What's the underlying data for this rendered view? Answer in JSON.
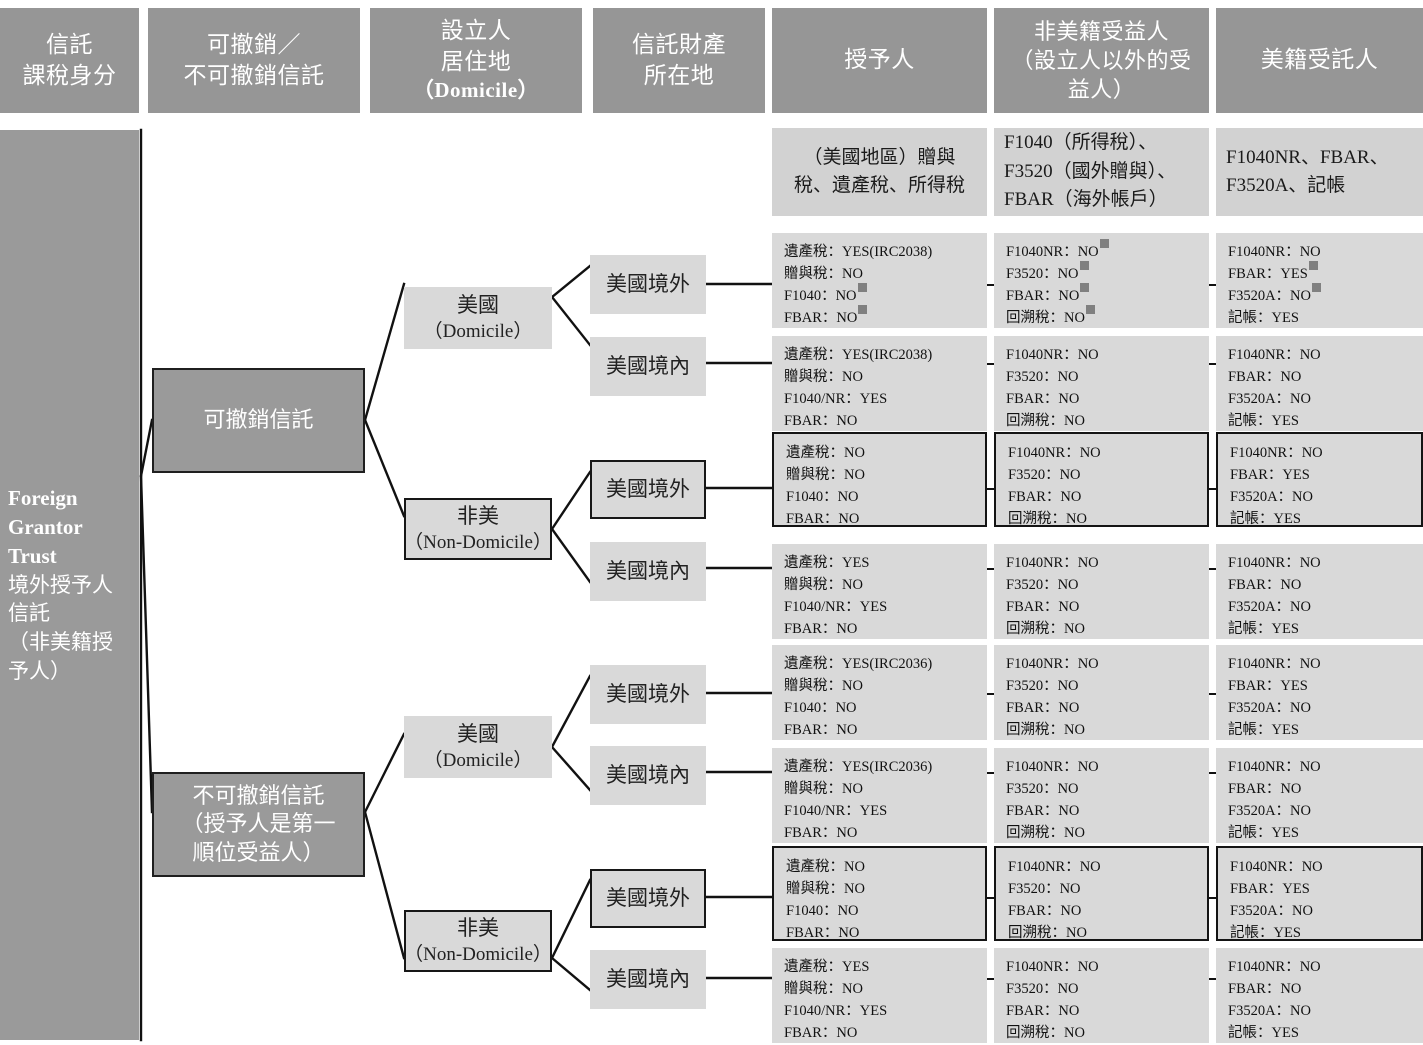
{
  "header": {
    "columns": [
      {
        "id": "tax-status",
        "lines": [
          "信託",
          "課稅身分"
        ]
      },
      {
        "id": "revocability",
        "lines": [
          "可撤銷／",
          "不可撤銷信託"
        ]
      },
      {
        "id": "domicile",
        "lines": [
          "設立人",
          "居住地",
          "（Domicile）"
        ]
      },
      {
        "id": "property-location",
        "lines": [
          "信託財產",
          "所在地"
        ]
      },
      {
        "id": "grantor",
        "lines": [
          "授予人"
        ]
      },
      {
        "id": "non-us-beneficiary",
        "lines": [
          "非美籍受益人",
          "（設立人以外的受",
          "益人）"
        ]
      },
      {
        "id": "us-trustee",
        "lines": [
          "美籍受託人"
        ]
      }
    ]
  },
  "legend": {
    "grantor": [
      "（美國地區）贈與",
      "稅、遺產稅、所得稅"
    ],
    "beneficiary": [
      "F1040（所得稅）、",
      "F3520（國外贈與）、",
      "FBAR（海外帳戶）"
    ],
    "trustee": [
      "F1040NR、FBAR、",
      "F3520A、記帳"
    ]
  },
  "trunk": {
    "lines": [
      "Foreign",
      "Grantor",
      "Trust",
      "境外授予人",
      "信託",
      "（非美籍授",
      "予人）"
    ],
    "bold_count": 3
  },
  "branches": [
    {
      "id": "revocable",
      "lines": [
        "可撤銷信託"
      ]
    },
    {
      "id": "irrevocable",
      "lines": [
        "不可撤銷信託",
        "（授予人是第一",
        "順位受益人）"
      ]
    }
  ],
  "domiciles": [
    {
      "id": "us-domicile-revocable",
      "lines": [
        "美國",
        "（Domicile）"
      ],
      "highlight": false
    },
    {
      "id": "non-us-domicile-revocable",
      "lines": [
        "非美",
        "（Non-Domicile）"
      ],
      "highlight": true
    },
    {
      "id": "us-domicile-irrevocable",
      "lines": [
        "美國",
        "（Domicile）"
      ],
      "highlight": false
    },
    {
      "id": "non-us-domicile-irrevocable",
      "lines": [
        "非美",
        "（Non-Domicile）"
      ],
      "highlight": true
    }
  ],
  "locations": [
    {
      "id": "loc-1",
      "label": "美國境外",
      "highlight": false
    },
    {
      "id": "loc-2",
      "label": "美國境內",
      "highlight": false
    },
    {
      "id": "loc-3",
      "label": "美國境外",
      "highlight": true
    },
    {
      "id": "loc-4",
      "label": "美國境內",
      "highlight": false
    },
    {
      "id": "loc-5",
      "label": "美國境外",
      "highlight": false
    },
    {
      "id": "loc-6",
      "label": "美國境內",
      "highlight": false
    },
    {
      "id": "loc-7",
      "label": "美國境外",
      "highlight": true
    },
    {
      "id": "loc-8",
      "label": "美國境內",
      "highlight": false
    }
  ],
  "rows": [
    {
      "id": "row-1",
      "highlight": false,
      "grantor": [
        {
          "text": "遺產稅：YES(IRC2038)",
          "mark": false
        },
        {
          "text": "贈與稅：NO",
          "mark": false
        },
        {
          "text": "F1040：NO",
          "mark": true
        },
        {
          "text": "FBAR：NO",
          "mark": true
        }
      ],
      "beneficiary": [
        {
          "text": "F1040NR：NO",
          "mark": true
        },
        {
          "text": "F3520：NO",
          "mark": true
        },
        {
          "text": "FBAR：NO",
          "mark": true
        },
        {
          "text": "回溯稅：NO",
          "mark": true
        }
      ],
      "trustee": [
        {
          "text": "F1040NR：NO",
          "mark": false
        },
        {
          "text": "FBAR：YES",
          "mark": true
        },
        {
          "text": "F3520A：NO",
          "mark": true
        },
        {
          "text": "記帳：YES",
          "mark": false
        }
      ]
    },
    {
      "id": "row-2",
      "highlight": false,
      "grantor": [
        {
          "text": "遺產稅：YES(IRC2038)",
          "mark": false
        },
        {
          "text": "贈與稅：NO",
          "mark": false
        },
        {
          "text": "F1040/NR：YES",
          "mark": false
        },
        {
          "text": "FBAR：NO",
          "mark": false
        }
      ],
      "beneficiary": [
        {
          "text": "F1040NR：NO",
          "mark": false
        },
        {
          "text": "F3520：NO",
          "mark": false
        },
        {
          "text": "FBAR：NO",
          "mark": false
        },
        {
          "text": "回溯稅：NO",
          "mark": false
        }
      ],
      "trustee": [
        {
          "text": "F1040NR：NO",
          "mark": false
        },
        {
          "text": "FBAR：NO",
          "mark": false
        },
        {
          "text": "F3520A：NO",
          "mark": false
        },
        {
          "text": "記帳：YES",
          "mark": false
        }
      ]
    },
    {
      "id": "row-3",
      "highlight": true,
      "grantor": [
        {
          "text": "遺產稅：NO",
          "mark": false
        },
        {
          "text": "贈與稅：NO",
          "mark": false
        },
        {
          "text": "F1040：NO",
          "mark": false
        },
        {
          "text": "FBAR：NO",
          "mark": false
        }
      ],
      "beneficiary": [
        {
          "text": "F1040NR：NO",
          "mark": false
        },
        {
          "text": "F3520：NO",
          "mark": false
        },
        {
          "text": "FBAR：NO",
          "mark": false
        },
        {
          "text": "回溯稅：NO",
          "mark": false
        }
      ],
      "trustee": [
        {
          "text": "F1040NR：NO",
          "mark": false
        },
        {
          "text": "FBAR：YES",
          "mark": false
        },
        {
          "text": "F3520A：NO",
          "mark": false
        },
        {
          "text": "記帳：YES",
          "mark": false
        }
      ]
    },
    {
      "id": "row-4",
      "highlight": false,
      "grantor": [
        {
          "text": "遺產稅：YES",
          "mark": false
        },
        {
          "text": "贈與稅：NO",
          "mark": false
        },
        {
          "text": "F1040/NR：YES",
          "mark": false
        },
        {
          "text": "FBAR：NO",
          "mark": false
        }
      ],
      "beneficiary": [
        {
          "text": "F1040NR：NO",
          "mark": false
        },
        {
          "text": "F3520：NO",
          "mark": false
        },
        {
          "text": "FBAR：NO",
          "mark": false
        },
        {
          "text": "回溯稅：NO",
          "mark": false
        }
      ],
      "trustee": [
        {
          "text": "F1040NR：NO",
          "mark": false
        },
        {
          "text": "FBAR：NO",
          "mark": false
        },
        {
          "text": "F3520A：NO",
          "mark": false
        },
        {
          "text": "記帳：YES",
          "mark": false
        }
      ]
    },
    {
      "id": "row-5",
      "highlight": false,
      "grantor": [
        {
          "text": "遺產稅：YES(IRC2036)",
          "mark": false
        },
        {
          "text": "贈與稅：NO",
          "mark": false
        },
        {
          "text": "F1040：NO",
          "mark": false
        },
        {
          "text": "FBAR：NO",
          "mark": false
        }
      ],
      "beneficiary": [
        {
          "text": "F1040NR：NO",
          "mark": false
        },
        {
          "text": "F3520：NO",
          "mark": false
        },
        {
          "text": "FBAR：NO",
          "mark": false
        },
        {
          "text": "回溯稅：NO",
          "mark": false
        }
      ],
      "trustee": [
        {
          "text": "F1040NR：NO",
          "mark": false
        },
        {
          "text": "FBAR：YES",
          "mark": false
        },
        {
          "text": "F3520A：NO",
          "mark": false
        },
        {
          "text": "記帳：YES",
          "mark": false
        }
      ]
    },
    {
      "id": "row-6",
      "highlight": false,
      "grantor": [
        {
          "text": "遺產稅：YES(IRC2036)",
          "mark": false
        },
        {
          "text": "贈與稅：NO",
          "mark": false
        },
        {
          "text": "F1040/NR：YES",
          "mark": false
        },
        {
          "text": "FBAR：NO",
          "mark": false
        }
      ],
      "beneficiary": [
        {
          "text": "F1040NR：NO",
          "mark": false
        },
        {
          "text": "F3520：NO",
          "mark": false
        },
        {
          "text": "FBAR：NO",
          "mark": false
        },
        {
          "text": "回溯稅：NO",
          "mark": false
        }
      ],
      "trustee": [
        {
          "text": "F1040NR：NO",
          "mark": false
        },
        {
          "text": "FBAR：NO",
          "mark": false
        },
        {
          "text": "F3520A：NO",
          "mark": false
        },
        {
          "text": "記帳：YES",
          "mark": false
        }
      ]
    },
    {
      "id": "row-7",
      "highlight": true,
      "grantor": [
        {
          "text": "遺產稅：NO",
          "mark": false
        },
        {
          "text": "贈與稅：NO",
          "mark": false
        },
        {
          "text": "F1040：NO",
          "mark": false
        },
        {
          "text": "FBAR：NO",
          "mark": false
        }
      ],
      "beneficiary": [
        {
          "text": "F1040NR：NO",
          "mark": false
        },
        {
          "text": "F3520：NO",
          "mark": false
        },
        {
          "text": "FBAR：NO",
          "mark": false
        },
        {
          "text": "回溯稅：NO",
          "mark": false
        }
      ],
      "trustee": [
        {
          "text": "F1040NR：NO",
          "mark": false
        },
        {
          "text": "FBAR：YES",
          "mark": false
        },
        {
          "text": "F3520A：NO",
          "mark": false
        },
        {
          "text": "記帳：YES",
          "mark": false
        }
      ]
    },
    {
      "id": "row-8",
      "highlight": false,
      "grantor": [
        {
          "text": "遺產稅：YES",
          "mark": false
        },
        {
          "text": "贈與稅：NO",
          "mark": false
        },
        {
          "text": "F1040/NR：YES",
          "mark": false
        },
        {
          "text": "FBAR：NO",
          "mark": false
        }
      ],
      "beneficiary": [
        {
          "text": "F1040NR：NO",
          "mark": false
        },
        {
          "text": "F3520：NO",
          "mark": false
        },
        {
          "text": "FBAR：NO",
          "mark": false
        },
        {
          "text": "回溯稅：NO",
          "mark": false
        }
      ],
      "trustee": [
        {
          "text": "F1040NR：NO",
          "mark": false
        },
        {
          "text": "FBAR：NO",
          "mark": false
        },
        {
          "text": "F3520A：NO",
          "mark": false
        },
        {
          "text": "記帳：YES",
          "mark": false
        }
      ]
    }
  ],
  "colors": {
    "header_grey": "#969696",
    "legend_grey": "#d2d2d2",
    "node_light": "#d9d9d9",
    "node_dark": "#9a9a9a",
    "line": "#111111"
  }
}
